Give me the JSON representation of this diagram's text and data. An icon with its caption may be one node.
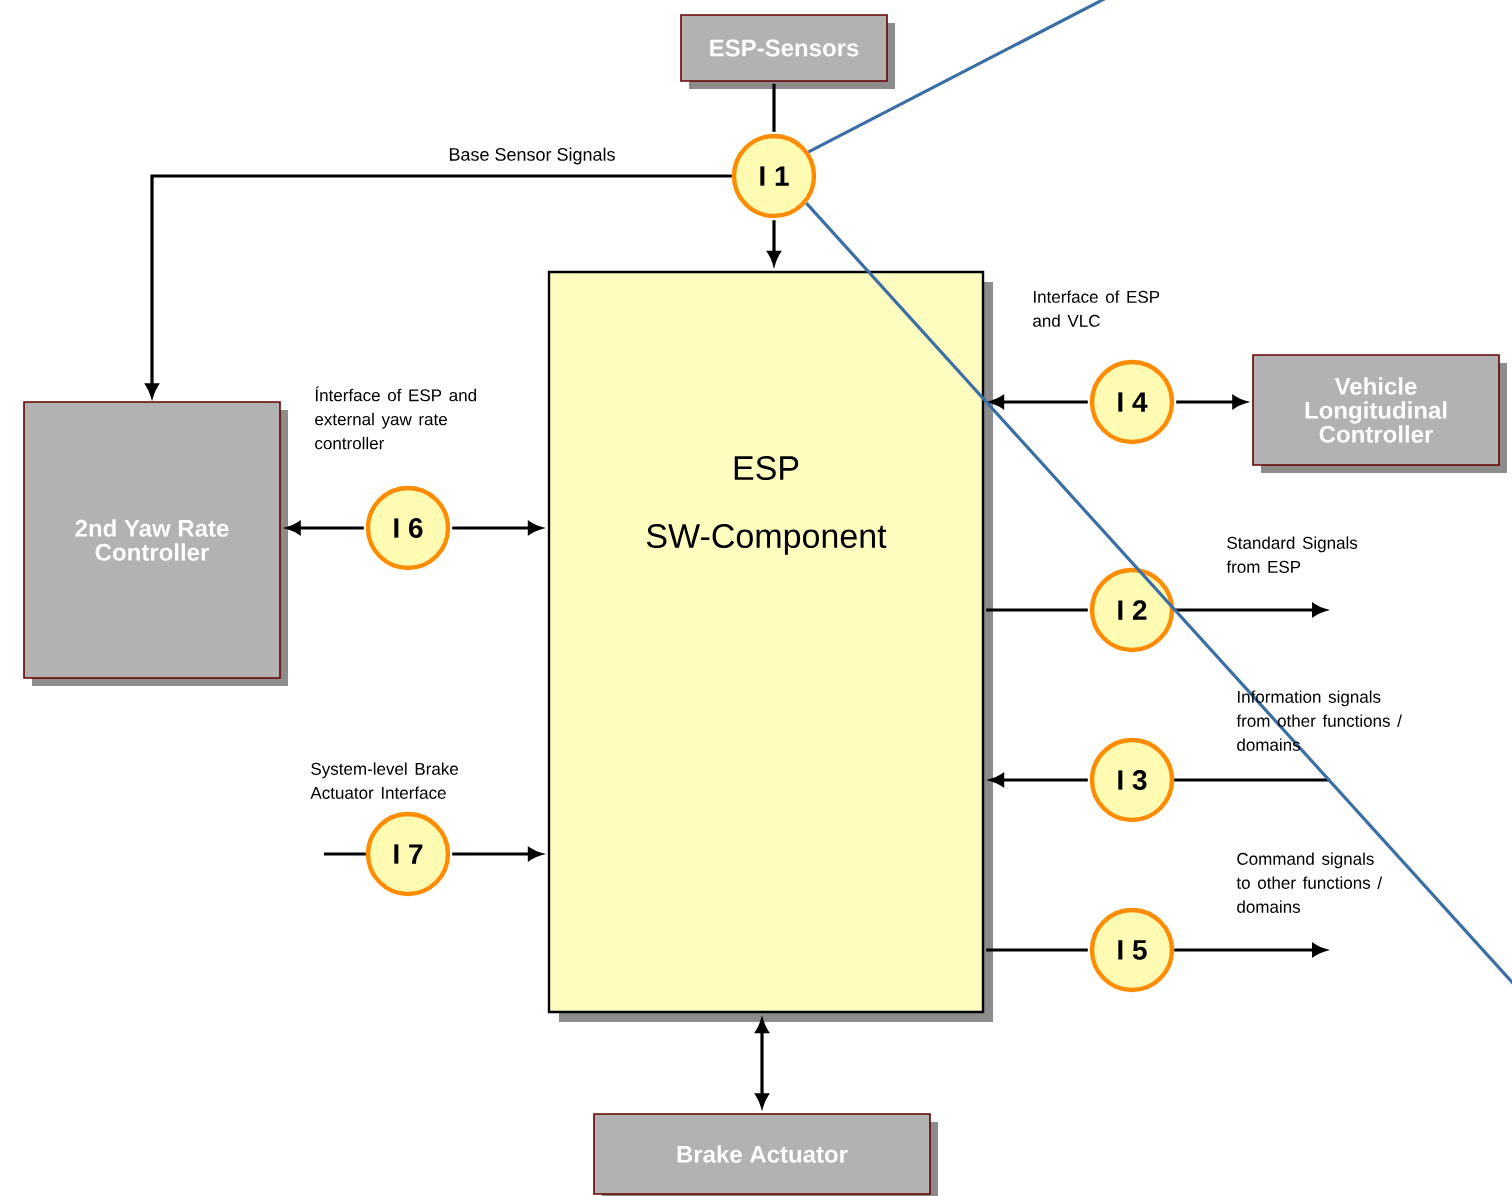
{
  "diagram": {
    "nodes": [
      {
        "text": [
          "ESP-Sensors"
        ]
      },
      {
        "text": [
          "ESP",
          "SW-Component"
        ]
      },
      {
        "text": [
          "2nd Yaw Rate Controller"
        ]
      },
      {
        "text": [
          "Vehicle Longitudinal Controller"
        ]
      },
      {
        "text": [
          "Brake Actuator"
        ]
      },
      {
        "text": [
          "I 1"
        ]
      },
      {
        "text": [
          "I 6"
        ]
      },
      {
        "text": [
          "I 4"
        ],
        "beside": [
          "Interface of ESP and VLC"
        ]
      },
      {
        "text": [
          "I 2"
        ],
        "beside": [
          "Standard Signals from ESP"
        ]
      },
      {
        "text": [
          "I 3"
        ],
        "beside": [
          "Information signals from other functions / domains"
        ]
      },
      {
        "text": [
          "I 7"
        ],
        "beside": [
          "System-level Brake Actuator Interface"
        ]
      },
      {
        "text": [
          "I 5"
        ]
      }
    ],
    "labels": [
      "Ínterface of ESP and external yaw rate controller",
      "Command signals to other functions / domains"
    ],
    "edges": [
      {
        "from": 0,
        "to": 5,
        "arrow": "none"
      },
      {
        "from": 5,
        "to": 1,
        "arrow": "to"
      },
      {
        "from": 5,
        "to": 2,
        "arrow": "to",
        "label": "Base Sensor Signals"
      },
      {
        "from": 6,
        "to": 2,
        "arrow": "to"
      },
      {
        "from": 6,
        "to": 1,
        "arrow": "to"
      },
      {
        "from": 7,
        "to": 1,
        "arrow": "to"
      },
      {
        "from": 7,
        "to": 3,
        "arrow": "to"
      },
      {
        "from": 1,
        "to": 8,
        "arrow": "none"
      },
      {
        "from": 8,
        "to": null,
        "arrow": "to"
      },
      {
        "from": null,
        "to": 9,
        "arrow": "none"
      },
      {
        "from": 9,
        "to": 1,
        "arrow": "to"
      },
      {
        "from": null,
        "to": 10,
        "arrow": "none"
      },
      {
        "from": 10,
        "to": 1,
        "arrow": "to"
      },
      {
        "from": 1,
        "to": 11,
        "arrow": "none"
      },
      {
        "from": 11,
        "to": null,
        "arrow": "to"
      },
      {
        "from": 1,
        "to": 4,
        "arrow": "both"
      },
      {
        "from": 5,
        "to": null,
        "arrow": "none",
        "color": "#3a6ea5"
      },
      {
        "from": 5,
        "to": null,
        "arrow": "none",
        "color": "#3a6ea5"
      }
    ]
  }
}
